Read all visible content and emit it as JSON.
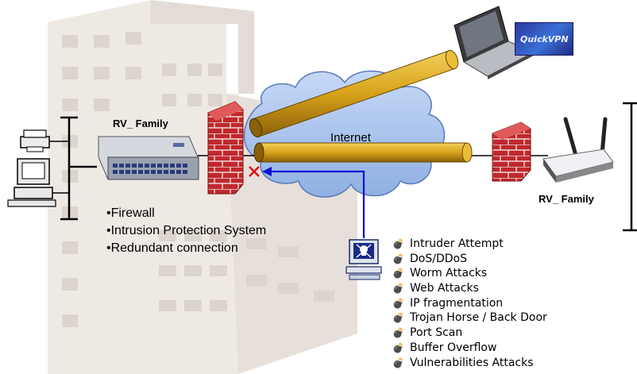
{
  "network": {
    "internet_label": "Internet",
    "router_left_label": "RV_ Family",
    "router_right_label": "RV_ Family",
    "badge_text": "QuickVPN"
  },
  "features": [
    "•Firewall",
    "•Intrusion Protection System",
    "•Redundant connection"
  ],
  "threats": [
    "Intruder Attempt",
    "DoS/DDoS",
    "Worm Attacks",
    "Web Attacks",
    "IP fragmentation",
    "Trojan Horse / Back Door",
    "Port Scan",
    "Buffer Overflow",
    "Vulnerabilities Attacks"
  ],
  "colors": {
    "tunnel": "#d4a017",
    "cloud": "#a9c4ee",
    "firewall": "#c0282c",
    "attack_arrow": "#1010d0",
    "block_mark": "#e01010"
  }
}
